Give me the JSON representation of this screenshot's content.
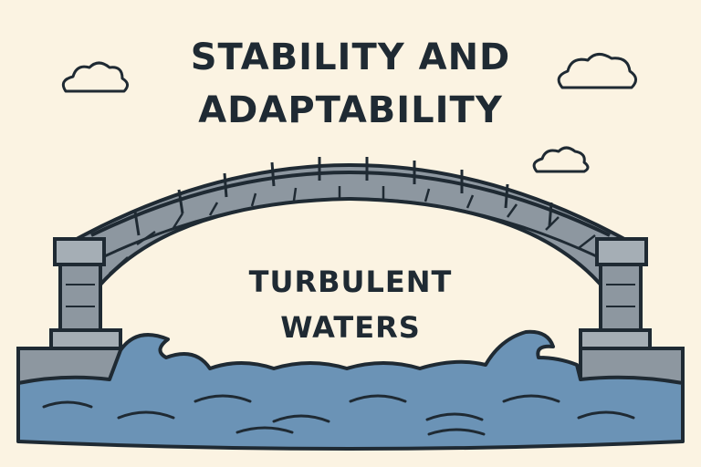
{
  "title": {
    "line1": "STABILITY AND",
    "line2": "ADAPTABILITY"
  },
  "caption": {
    "line1": "TURBULENT",
    "line2": "WATERS"
  },
  "colors": {
    "background": "#fbf3e2",
    "ink": "#1f2a33",
    "stone": "#8d97a0",
    "stone_light": "#a5aeb5",
    "water": "#6b93b6",
    "water_light": "#86a8c6"
  }
}
